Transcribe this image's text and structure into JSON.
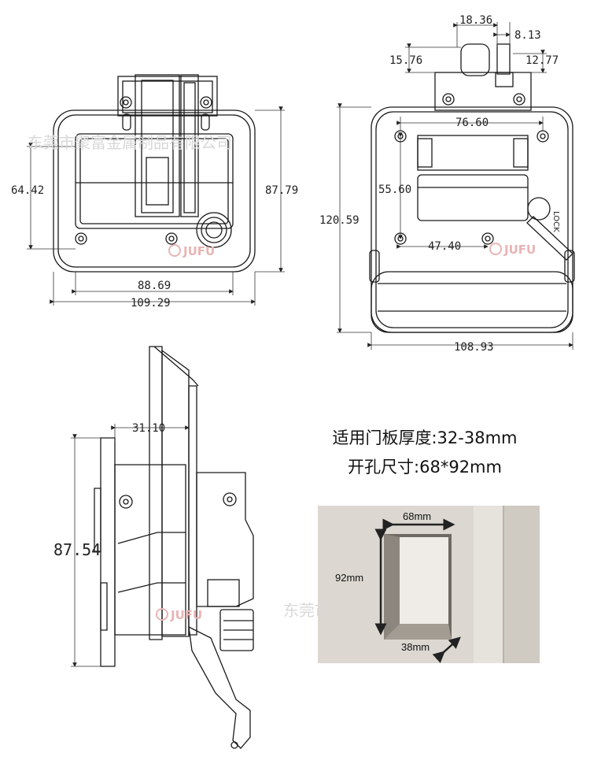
{
  "front_view": {
    "width_outer": "109.29",
    "width_holes": "88.69",
    "height_holes": "64.42",
    "height_outer": "87.79"
  },
  "rear_view": {
    "top_offset_left": "18.36",
    "top_offset_right": "8.13",
    "top_height_left": "15.76",
    "top_height_right": "12.77",
    "hole_span_top": "76.60",
    "hole_span_vertical": "55.60",
    "hole_span_bottom": "47.40",
    "overall_height": "120.59",
    "overall_width": "108.93",
    "key_label": "LOCK"
  },
  "side_view": {
    "depth": "31.10",
    "height": "87.54"
  },
  "specs": {
    "panel_thickness": "适用门板厚度:32-38mm",
    "cutout_size": "开孔尺寸:68*92mm"
  },
  "photo": {
    "width_label": "68mm",
    "height_label": "92mm",
    "depth_label": "38mm"
  },
  "watermark": {
    "company": "东莞市聚富金属制品有限公司",
    "logo": "JUFU"
  },
  "colors": {
    "line": "#1a1a1a",
    "watermark": "#d8d8d8",
    "logo": "#e9b4b4",
    "wall": "#d7d3cc"
  }
}
